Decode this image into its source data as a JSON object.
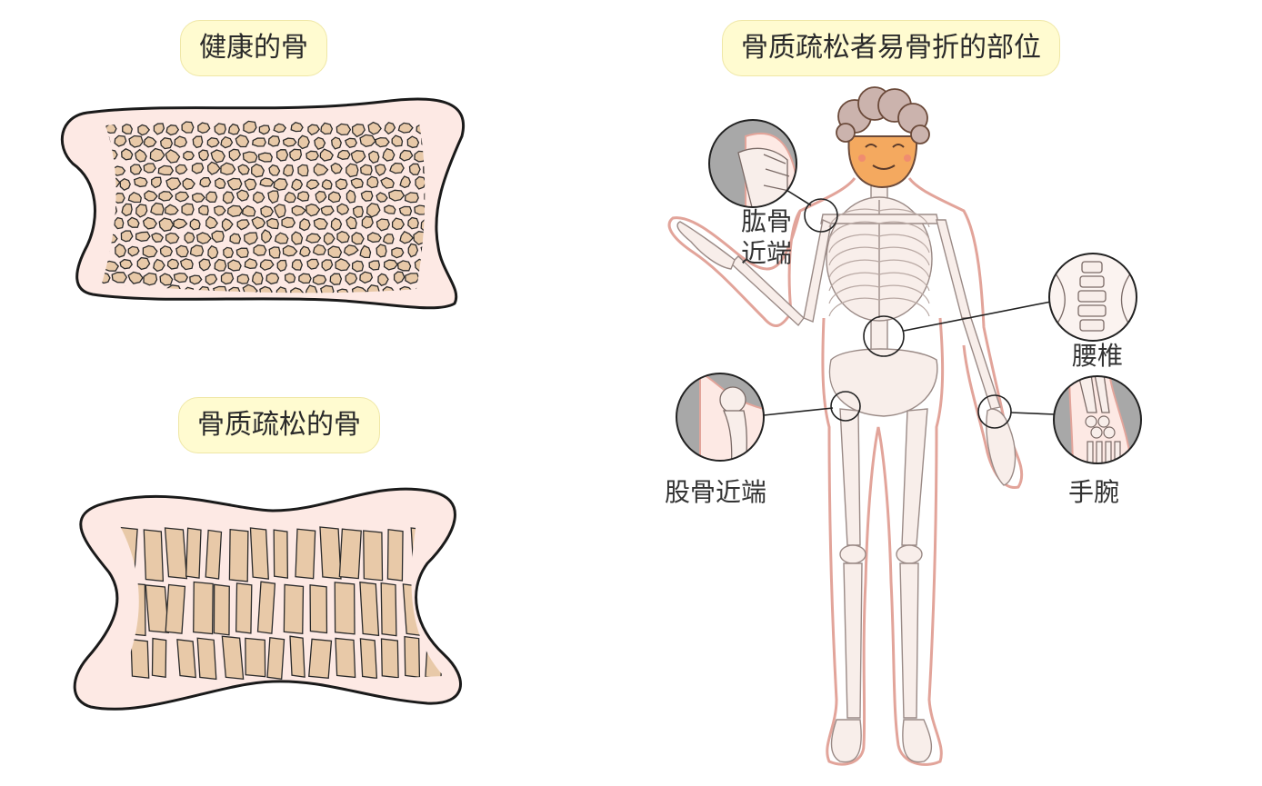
{
  "titles": {
    "healthy": "健康的骨",
    "osteoporotic": "骨质疏松的骨",
    "fracture_sites": "骨质疏松者易骨折的部位"
  },
  "callouts": {
    "humerus_line1": "肱骨",
    "humerus_line2": "近端",
    "lumbar": "腰椎",
    "femur": "股骨近端",
    "wrist": "手腕"
  },
  "colors": {
    "bone_outer": "#fde9e4",
    "bone_cell": "#e8c9a8",
    "skin_outline": "#e2a49a",
    "skeleton": "#f8eeea",
    "pill_bg": "#fffbd0",
    "zoom_bg": "#a8a8a8"
  }
}
